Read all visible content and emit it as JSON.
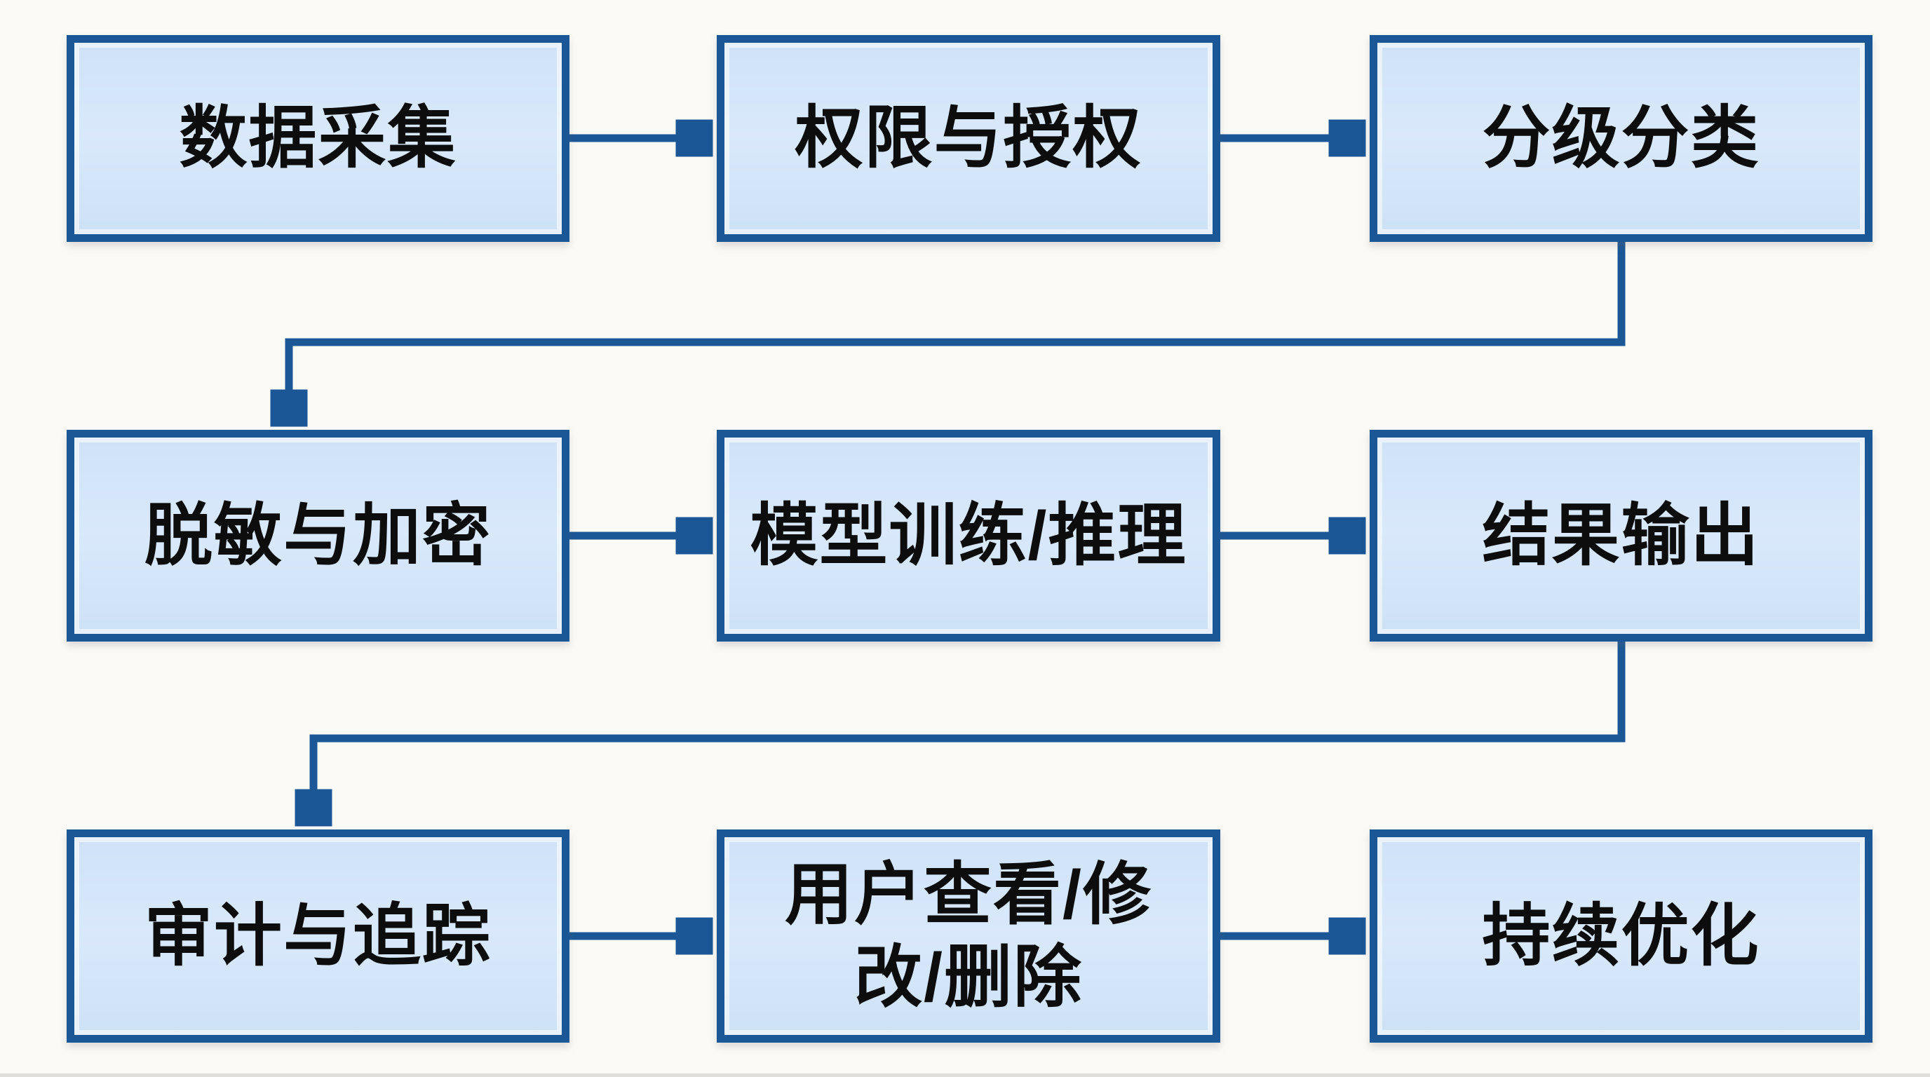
{
  "diagram": {
    "type": "flowchart",
    "background_color": "#fbfaf7",
    "node_fill_color": "#d3e5f8",
    "node_border_color": "#1b5796",
    "arrow_color": "#1b5796",
    "text_color": "#0d0d0d",
    "nodes": [
      {
        "id": "data-collection",
        "label": "数据采集",
        "row": 1,
        "col": 1
      },
      {
        "id": "permission-authorization",
        "label": "权限与授权",
        "row": 1,
        "col": 2
      },
      {
        "id": "classification-grading",
        "label": "分级分类",
        "row": 1,
        "col": 3
      },
      {
        "id": "desensitization-encryption",
        "label": "脱敏与加密",
        "row": 2,
        "col": 1
      },
      {
        "id": "model-training-inference",
        "label": "模型训练/推理",
        "row": 2,
        "col": 2
      },
      {
        "id": "result-output",
        "label": "结果输出",
        "row": 2,
        "col": 3
      },
      {
        "id": "audit-tracking",
        "label": "审计与追踪",
        "row": 3,
        "col": 1
      },
      {
        "id": "user-view-modify-delete",
        "label": "用户查看/修改/删除",
        "row": 3,
        "col": 2
      },
      {
        "id": "continuous-optimization",
        "label": "持续优化",
        "row": 3,
        "col": 3
      }
    ],
    "edges": [
      {
        "from": "data-collection",
        "to": "permission-authorization",
        "style": "straight-right"
      },
      {
        "from": "permission-authorization",
        "to": "classification-grading",
        "style": "straight-right"
      },
      {
        "from": "classification-grading",
        "to": "desensitization-encryption",
        "style": "elbow-down-left-down"
      },
      {
        "from": "desensitization-encryption",
        "to": "model-training-inference",
        "style": "straight-right"
      },
      {
        "from": "model-training-inference",
        "to": "result-output",
        "style": "straight-right"
      },
      {
        "from": "result-output",
        "to": "audit-tracking",
        "style": "elbow-down-left-down"
      },
      {
        "from": "audit-tracking",
        "to": "user-view-modify-delete",
        "style": "straight-right"
      },
      {
        "from": "user-view-modify-delete",
        "to": "continuous-optimization",
        "style": "straight-right"
      }
    ]
  }
}
